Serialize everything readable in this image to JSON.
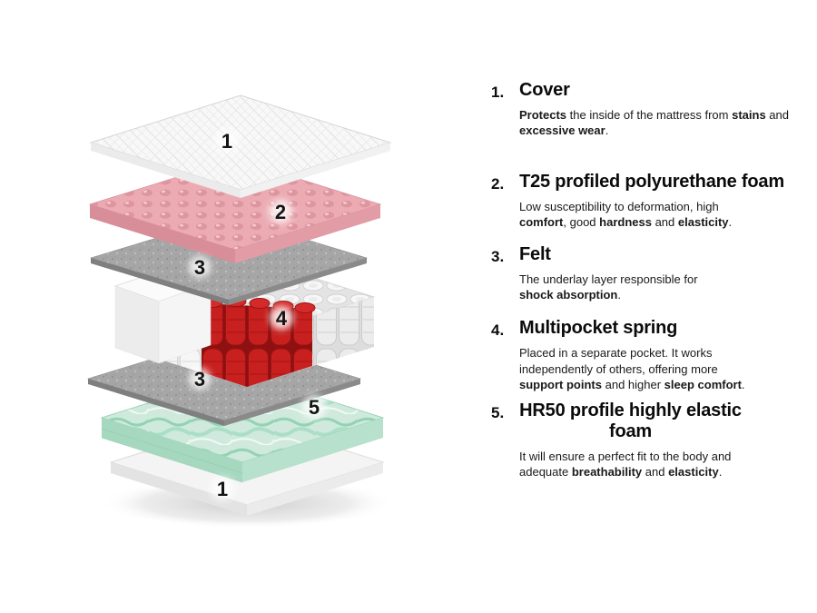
{
  "figure": {
    "title": "mattress exploded layers",
    "layers": [
      {
        "label": "1",
        "name": "cover-top"
      },
      {
        "label": "2",
        "name": "profiled-polyurethane-foam"
      },
      {
        "label": "3",
        "name": "felt-upper"
      },
      {
        "label": "4",
        "name": "multipocket-spring"
      },
      {
        "label": "3",
        "name": "felt-lower"
      },
      {
        "label": "5",
        "name": "elastic-foam"
      },
      {
        "label": "1",
        "name": "cover-bottom"
      }
    ],
    "colors": {
      "cover_white": "#f8f8f8",
      "foam_pink": "#ecabb3",
      "felt_gray": "#a6a6a6",
      "spring_white": "#f6f6f6",
      "spring_red": "#c81f1f",
      "foam_green": "#cfeadd",
      "base_white": "#f4f4f4"
    }
  },
  "legend": {
    "items": [
      {
        "num": "1.",
        "title": "Cover",
        "desc": [
          {
            "t": "Protects",
            "b": true
          },
          {
            "t": " the inside of the mattress from ",
            "b": false
          },
          {
            "t": "stains",
            "b": true
          },
          {
            "t": " and ",
            "b": false
          },
          {
            "t": "excessive wear",
            "b": true
          },
          {
            "t": ".",
            "b": false
          }
        ]
      },
      {
        "num": "2.",
        "title": "T25 profiled polyurethane foam",
        "desc": [
          {
            "t": "Low susceptibility to deformation, high ",
            "b": false
          },
          {
            "t": "comfort",
            "b": true
          },
          {
            "t": ", good ",
            "b": false
          },
          {
            "t": "hardness",
            "b": true
          },
          {
            "t": " and ",
            "b": false
          },
          {
            "t": "elasticity",
            "b": true
          },
          {
            "t": ".",
            "b": false
          }
        ]
      },
      {
        "num": "3.",
        "title": "Felt",
        "desc": [
          {
            "t": "The underlay layer responsible for ",
            "b": false
          },
          {
            "t": "shock absorption",
            "b": true
          },
          {
            "t": ".",
            "b": false
          }
        ]
      },
      {
        "num": "4.",
        "title": "Multipocket spring",
        "desc": [
          {
            "t": "Placed in a separate pocket. It works independently of others, offering more ",
            "b": false
          },
          {
            "t": "support points",
            "b": true
          },
          {
            "t": " and higher ",
            "b": false
          },
          {
            "t": "sleep comfort",
            "b": true
          },
          {
            "t": ".",
            "b": false
          }
        ]
      },
      {
        "num": "5.",
        "title": "HR50 profile highly elastic foam",
        "desc": [
          {
            "t": "It will ensure a perfect fit to the body and adequate ",
            "b": false
          },
          {
            "t": "breathability",
            "b": true
          },
          {
            "t": " and ",
            "b": false
          },
          {
            "t": "elasticity",
            "b": true
          },
          {
            "t": ".",
            "b": false
          }
        ]
      }
    ]
  }
}
